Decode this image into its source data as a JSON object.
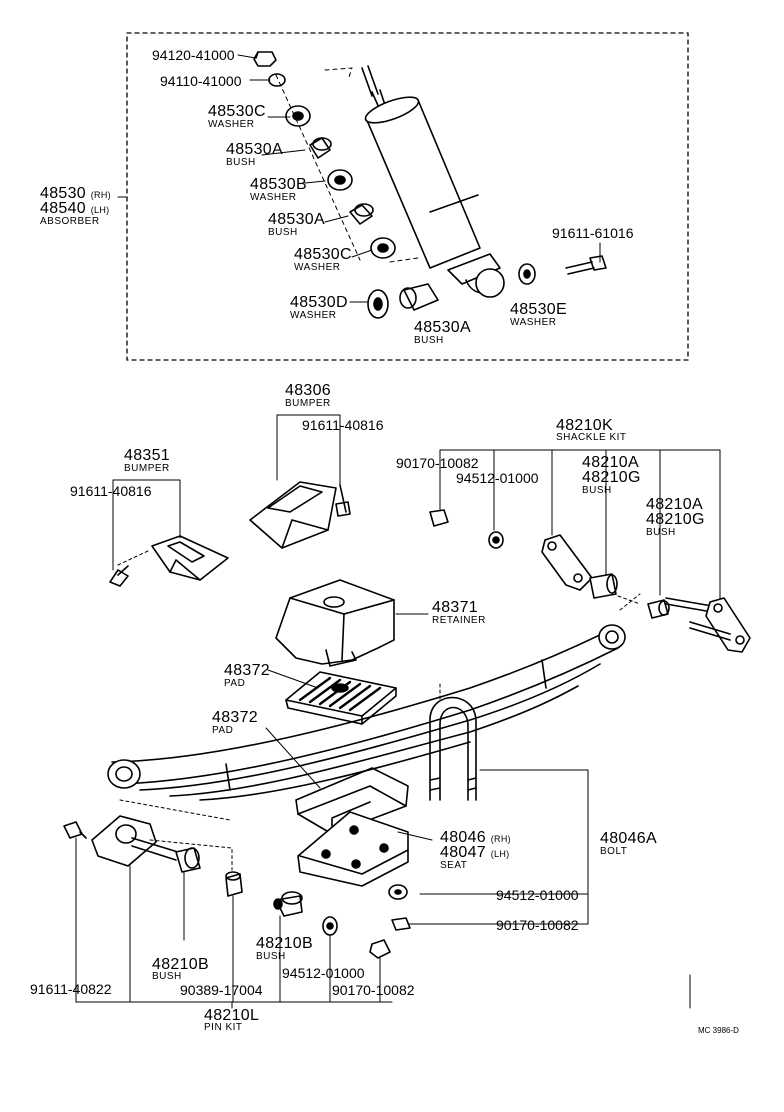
{
  "absorber_group": {
    "pn1": "94120-41000",
    "pn2": "94110-41000",
    "washer_c_top": {
      "pn": "48530C",
      "name": "WASHER"
    },
    "bush_a_top": {
      "pn": "48530A",
      "name": "BUSH"
    },
    "washer_b": {
      "pn": "48530B",
      "name": "WASHER"
    },
    "bush_a_mid": {
      "pn": "48530A",
      "name": "BUSH"
    },
    "washer_c_low": {
      "pn": "48530C",
      "name": "WASHER"
    },
    "washer_d": {
      "pn": "48530D",
      "name": "WASHER"
    },
    "bush_a_low": {
      "pn": "48530A",
      "name": "BUSH"
    },
    "washer_e": {
      "pn": "48530E",
      "name": "WASHER"
    },
    "bolt": "91611-61016",
    "absorber_rh": "48530",
    "absorber_rh_tag": "(RH)",
    "absorber_lh": "48540",
    "absorber_lh_tag": "(LH)",
    "absorber_name": "ABSORBER"
  },
  "bumper_rear": {
    "pn": "48306",
    "name": "BUMPER",
    "bolt": "91611-40816"
  },
  "bumper_front": {
    "pn": "48351",
    "name": "BUMPER",
    "bolt": "91611-40816"
  },
  "shackle_kit": {
    "pn": "48210K",
    "name": "SHACKLE KIT",
    "nut": "90170-10082",
    "washer": "94512-01000",
    "bush1_a": "48210A",
    "bush1_g": "48210G",
    "bush1_name": "BUSH",
    "bush2_a": "48210A",
    "bush2_g": "48210G",
    "bush2_name": "BUSH"
  },
  "retainer": {
    "pn": "48371",
    "name": "RETAINER"
  },
  "pad_upper": {
    "pn": "48372",
    "name": "PAD"
  },
  "pad_lower": {
    "pn": "48372",
    "name": "PAD"
  },
  "seat": {
    "pn_rh": "48046",
    "tag_rh": "(RH)",
    "pn_lh": "48047",
    "tag_lh": "(LH)",
    "name": "SEAT"
  },
  "u_bolt": {
    "pn": "48046A",
    "name": "BOLT"
  },
  "seat_washer": "94512-01000",
  "seat_nut": "90170-10082",
  "pin_kit": {
    "bush_left": {
      "pn": "48210B",
      "name": "BUSH"
    },
    "bush_right": {
      "pn": "48210B",
      "name": "BUSH"
    },
    "bolt": "91611-40822",
    "collar": "90389-17004",
    "washer": "94512-01000",
    "nut": "90170-10082",
    "kit_pn": "48210L",
    "kit_name": "PIN KIT"
  },
  "figure_code": "MC 3986-D"
}
